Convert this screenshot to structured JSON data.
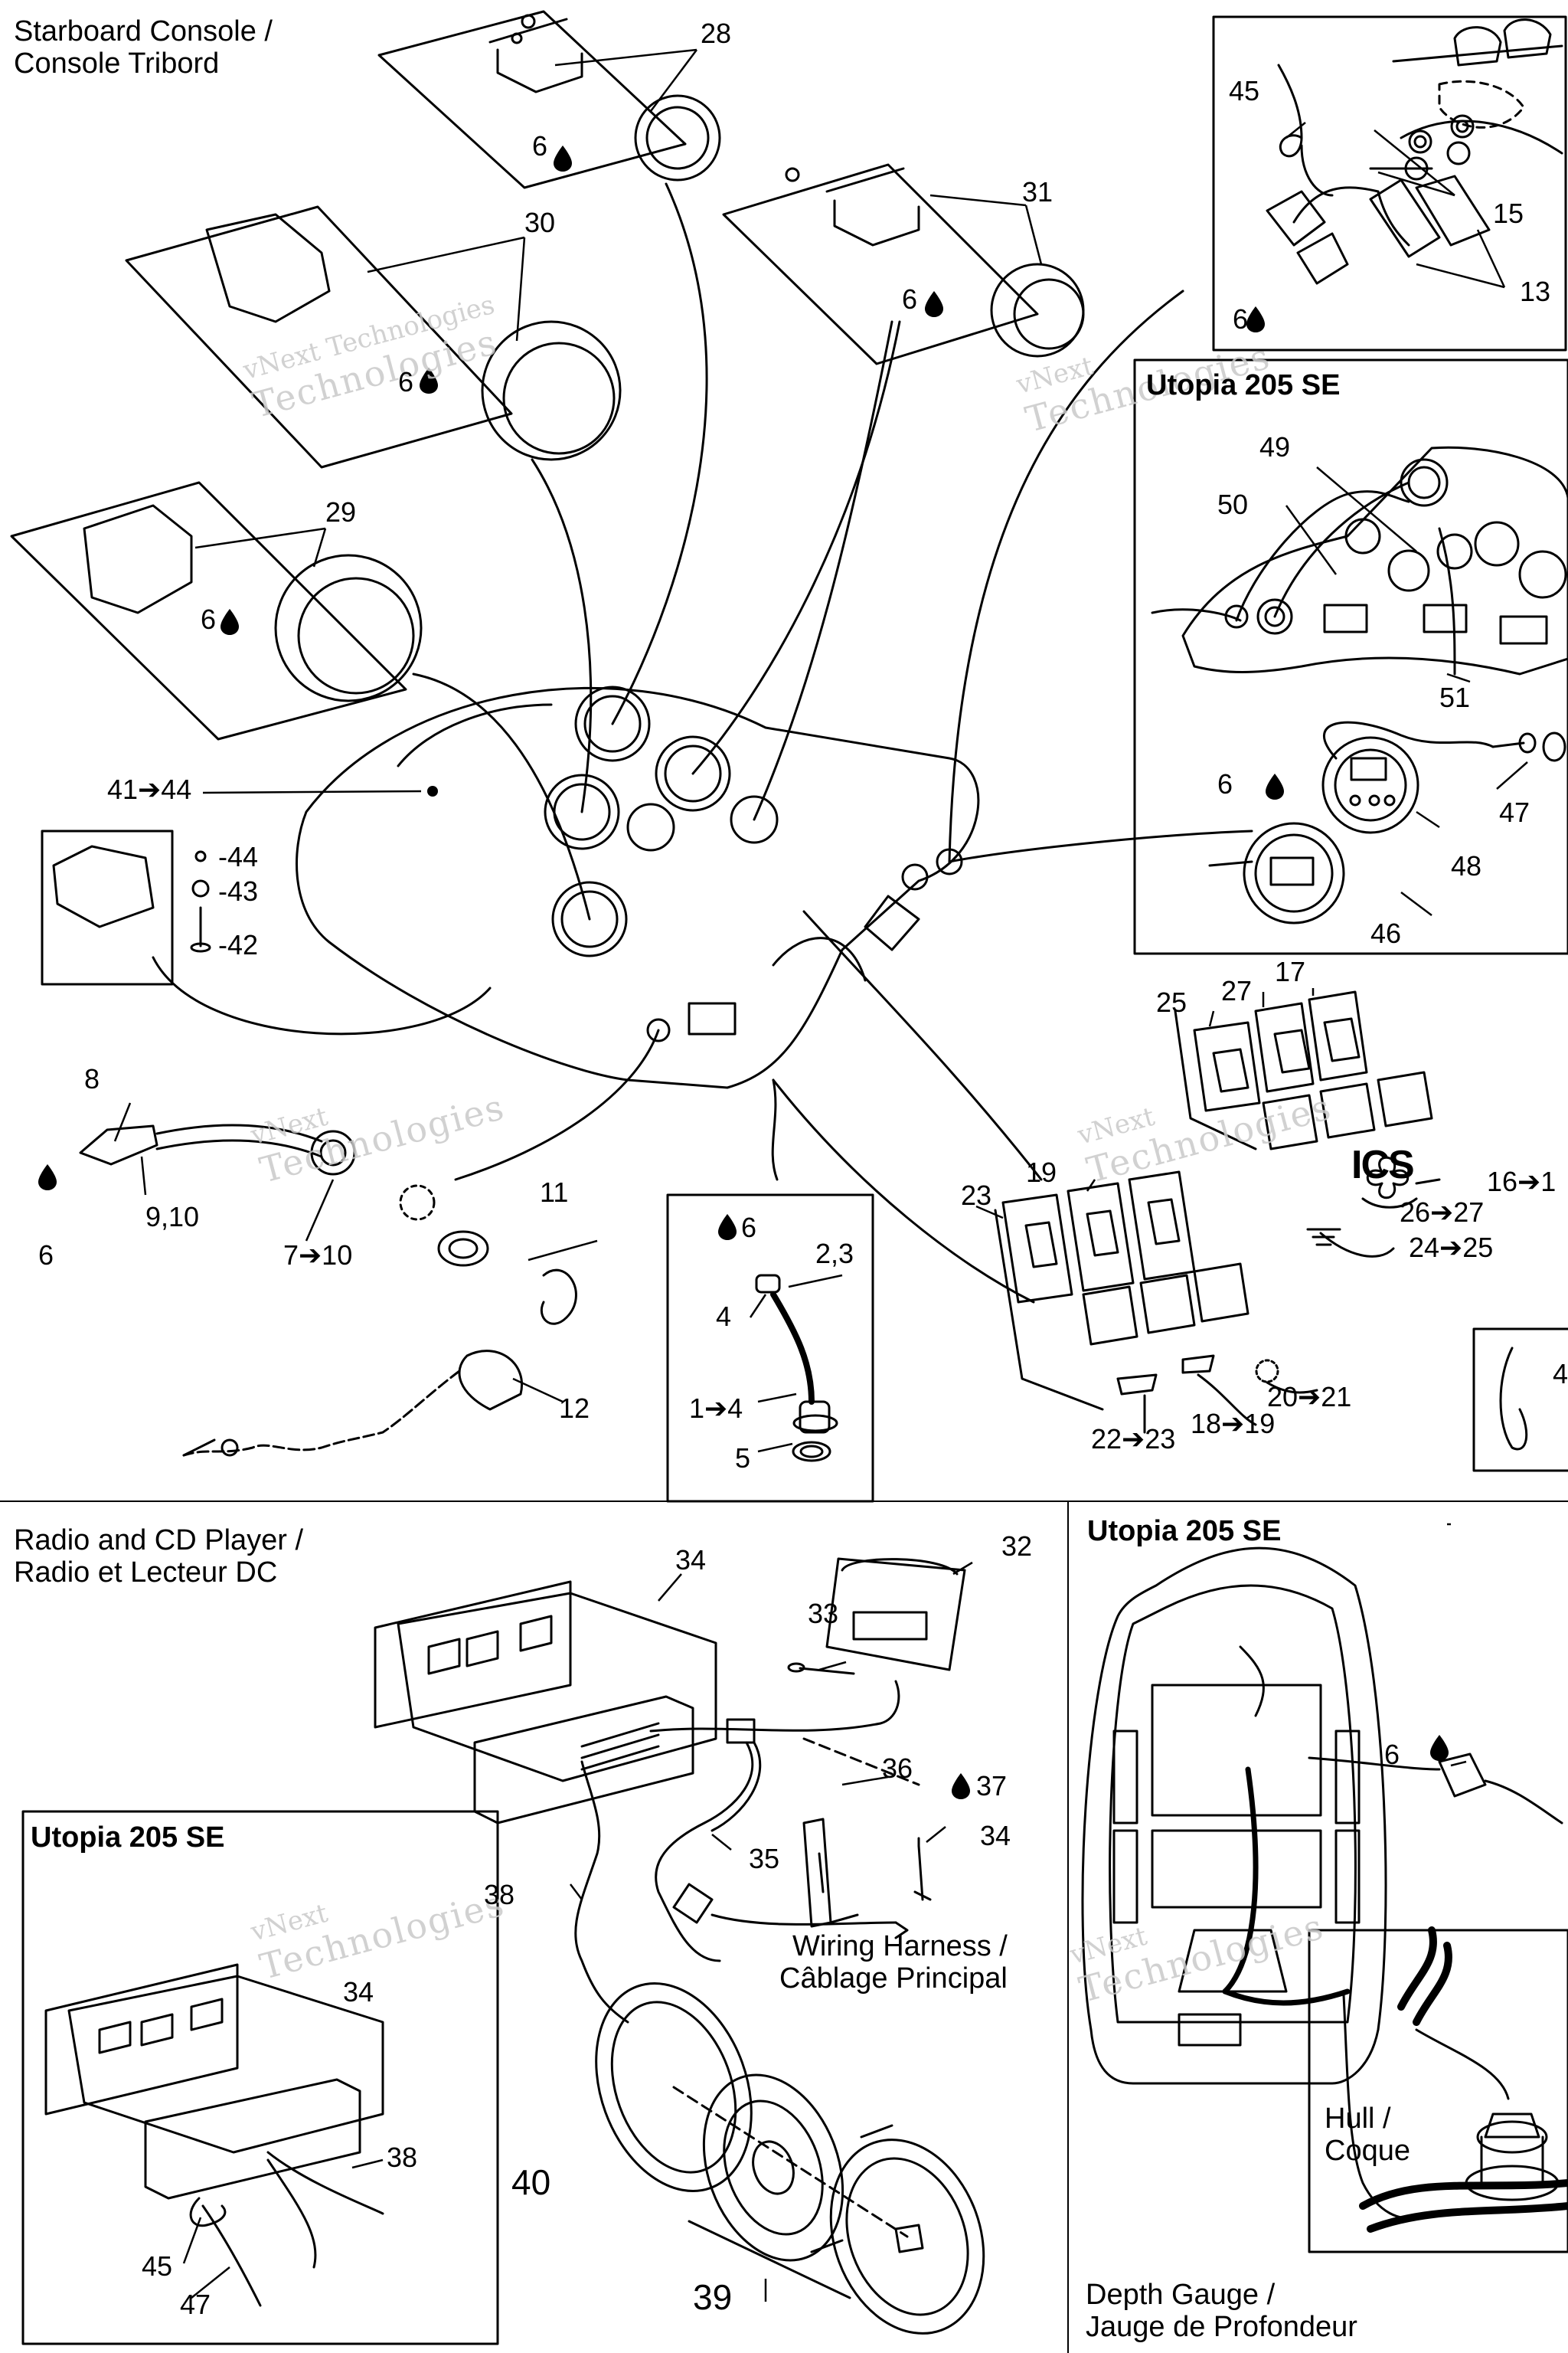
{
  "sections": {
    "starboard_console": {
      "title_en": "Starboard Console /",
      "title_fr": "Console Tribord"
    },
    "radio_cd": {
      "title_en": "Radio and CD Player /",
      "title_fr": "Radio et Lecteur DC"
    },
    "utopia_right": {
      "title": "Utopia 205 SE"
    },
    "utopia_radio": {
      "title": "Utopia 205 SE"
    },
    "utopia_boat": {
      "title": "Utopia 205 SE"
    },
    "depth_gauge": {
      "title_en": "Depth Gauge /",
      "title_fr": "Jauge de Profondeur"
    },
    "utopia_partial": {
      "title": "Utopia 205 SE"
    }
  },
  "annotations": {
    "wiring_harness_en": "Wiring Harness /",
    "wiring_harness_fr": "Câblage Principal",
    "hull_en": "Hull /",
    "hull_fr": "Coque",
    "ics": "ICS"
  },
  "part_numbers": {
    "n28": "28",
    "n6a": "6",
    "n31": "31",
    "n6b": "6",
    "n30": "30",
    "n6c": "6",
    "n29": "29",
    "n6d": "6",
    "n45a": "45",
    "n15": "15",
    "n13": "13",
    "n6e": "6",
    "n49": "49",
    "n50": "50",
    "n51": "51",
    "n6f": "6",
    "n47a": "47",
    "n48": "48",
    "n46": "46",
    "n41_44": "41➔44",
    "n44": "-44",
    "n43": "-43",
    "n42": "-42",
    "n8": "8",
    "n6g": "6",
    "n9_10": "9,10",
    "n7_10": "7➔10",
    "n11": "11",
    "n12": "12",
    "n6h": "6",
    "n2_3": "2,3",
    "n4": "4",
    "n1_4": "1➔4",
    "n5": "5",
    "n25": "25",
    "n27": "27",
    "n17": "17",
    "n16": "16➔1",
    "n26_27": "26➔27",
    "n24_25": "24➔25",
    "n23": "23",
    "n19": "19",
    "n20_21": "20➔21",
    "n22_23": "22➔23",
    "n18_19": "18➔19",
    "n4x": "4",
    "n34a": "34",
    "n32": "32",
    "n33": "33",
    "n36": "36",
    "n37": "37",
    "n34b": "34",
    "n35": "35",
    "n38a": "38",
    "n34c": "34",
    "n38b": "38",
    "n45b": "45",
    "n47b": "47",
    "n40": "40",
    "n39": "39",
    "n6i": "6"
  },
  "watermark": {
    "line1": "vNext",
    "line2": "Technologies",
    "line1b": "vNext Technologies"
  },
  "colors": {
    "ink": "#000000",
    "watermark": "#c9c9c9",
    "background": "#ffffff"
  }
}
